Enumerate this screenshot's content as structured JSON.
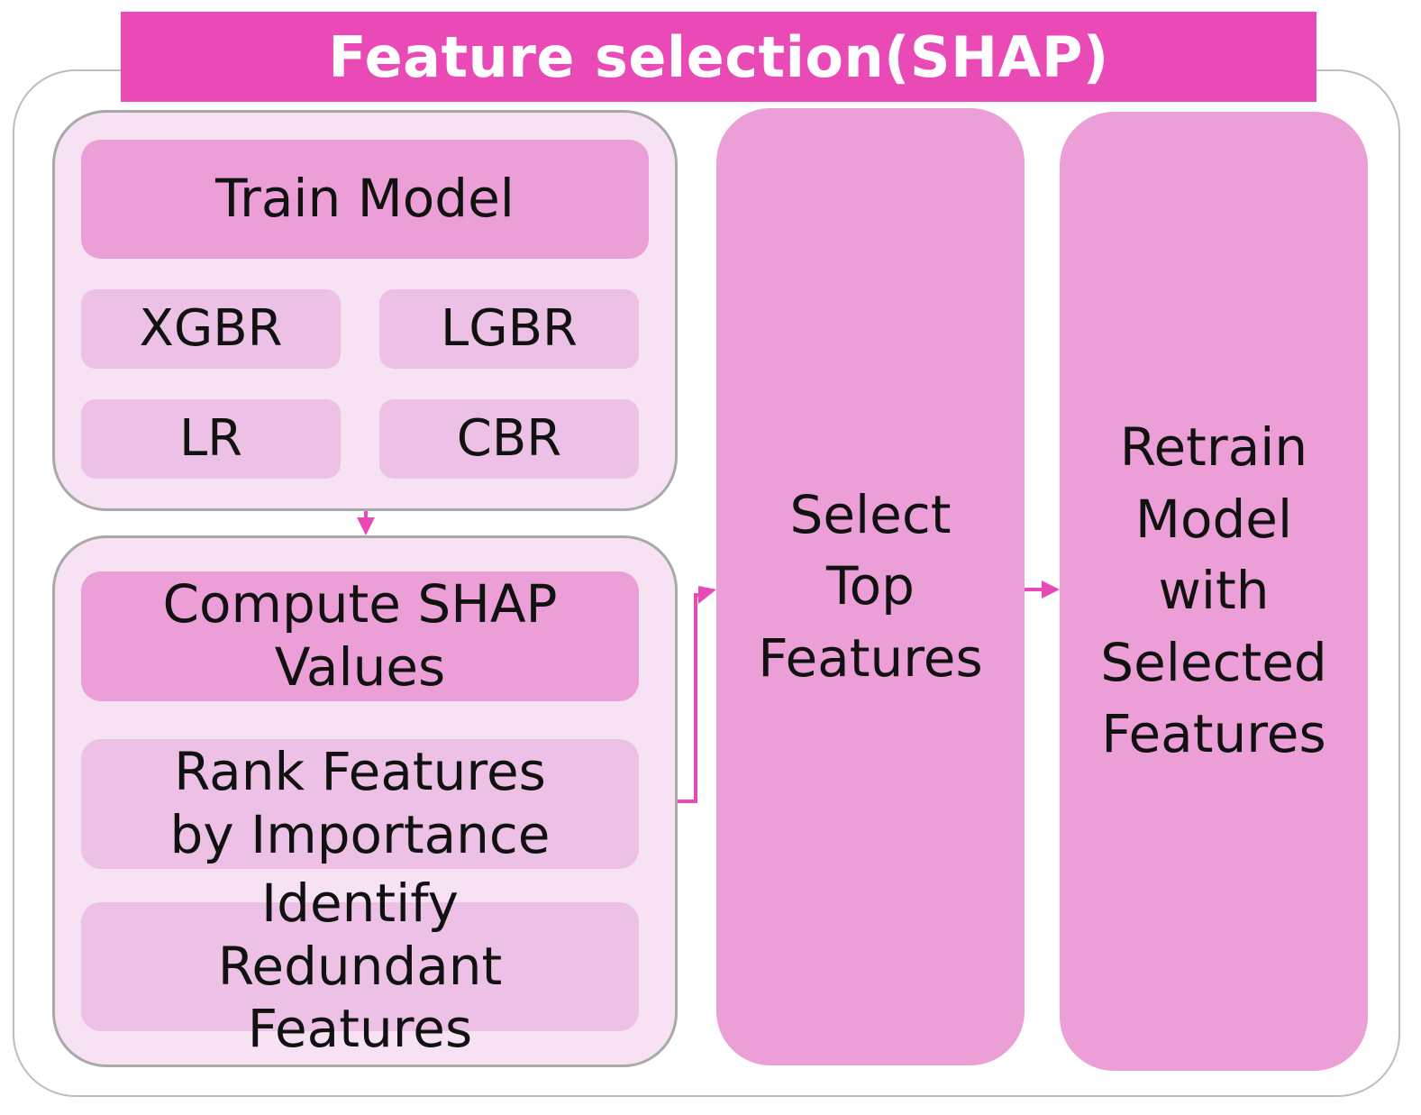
{
  "colors": {
    "title_bg": "#e94ab6",
    "title_text": "#ffffff",
    "group_bg": "#f6e2f2",
    "group_border": "#a9a9a9",
    "primary_box": "#eb9fd6",
    "secondary_box": "#ecc1e5",
    "column_bg": "#ec9fd6",
    "arrow": "#e94ab6",
    "frame_border": "#bdbdbd"
  },
  "title": "Feature selection(SHAP)",
  "train_group": {
    "header": "Train Model",
    "models": [
      "XGBR",
      "LGBR",
      "LR",
      "CBR"
    ]
  },
  "shap_group": {
    "steps": [
      "Compute SHAP Values",
      "Rank Features by Importance",
      "Identify Redundant Features"
    ]
  },
  "select_column": "Select\nTop\nFeatures",
  "retrain_column": "Retrain\nModel\nwith\nSelected\nFeatures"
}
